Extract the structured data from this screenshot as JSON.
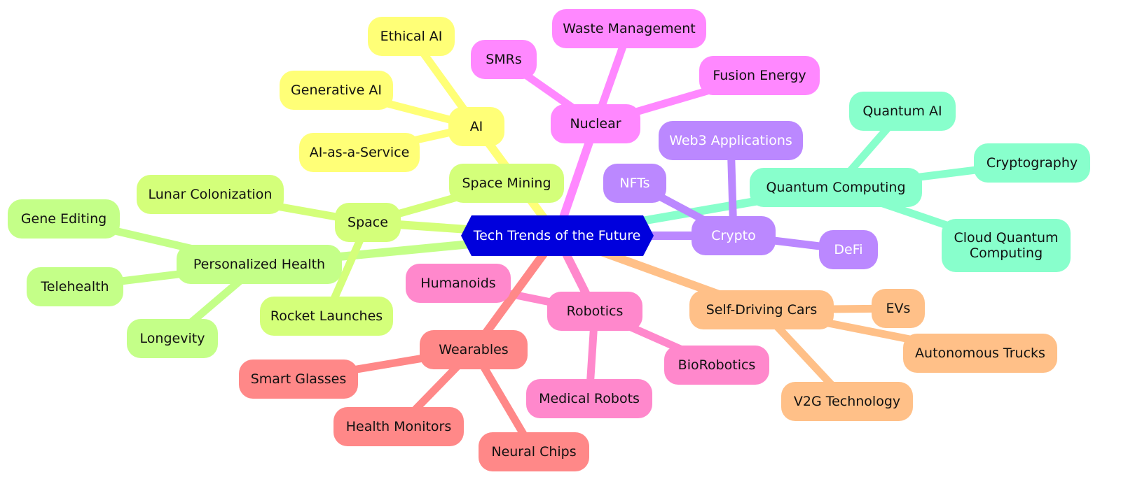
{
  "root": {
    "label": "Tech Trends of the Future",
    "fill": "#0000dd",
    "text_color": "#ffffff"
  },
  "branches": [
    {
      "id": "ai",
      "label": "AI",
      "color": "#ffff77",
      "children": [
        "Ethical AI",
        "Generative AI",
        "AI-as-a-Service"
      ]
    },
    {
      "id": "nuclear",
      "label": "Nuclear",
      "color": "#ff88ff",
      "children": [
        "SMRs",
        "Waste Management",
        "Fusion Energy"
      ]
    },
    {
      "id": "quantum",
      "label": "Quantum Computing",
      "color": "#88ffcc",
      "children": [
        "Quantum AI",
        "Cryptography",
        "Cloud Quantum Computing"
      ]
    },
    {
      "id": "crypto",
      "label": "Crypto",
      "color": "#bb88ff",
      "text_color": "#ffffff",
      "children": [
        "Web3 Applications",
        "NFTs",
        "DeFi"
      ]
    },
    {
      "id": "selfdriving",
      "label": "Self-Driving Cars",
      "color": "#ffc088",
      "children": [
        "EVs",
        "Autonomous Trucks",
        "V2G Technology"
      ]
    },
    {
      "id": "robotics",
      "label": "Robotics",
      "color": "#ff88cc",
      "children": [
        "Humanoids",
        "BioRobotics",
        "Medical Robots"
      ]
    },
    {
      "id": "wearables",
      "label": "Wearables",
      "color": "#ff8888",
      "children": [
        "Smart Glasses",
        "Health Monitors",
        "Neural Chips"
      ]
    },
    {
      "id": "health",
      "label": "Personalized Health",
      "color": "#c4ff88",
      "children": [
        "Gene Editing",
        "Telehealth",
        "Longevity"
      ]
    },
    {
      "id": "space",
      "label": "Space",
      "color": "#d4ff7a",
      "children": [
        "Space Mining",
        "Lunar Colonization",
        "Rocket Launches"
      ]
    }
  ]
}
